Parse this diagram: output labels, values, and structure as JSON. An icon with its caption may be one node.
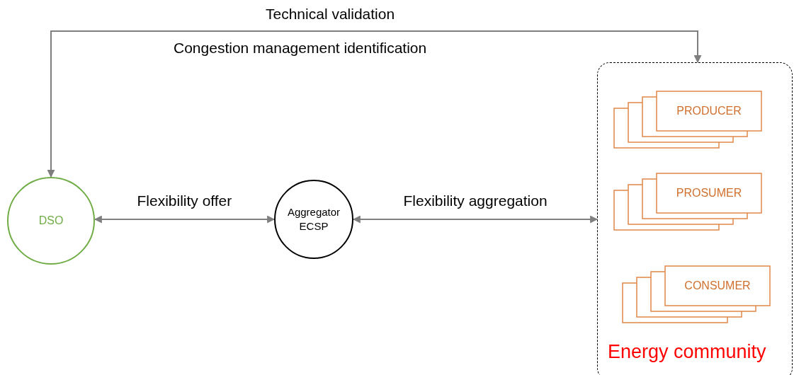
{
  "diagram": {
    "nodes": [
      {
        "text": [
          "DSO"
        ]
      },
      {
        "text": [
          "Aggregator ECSP"
        ]
      },
      {
        "text": [
          "Energy community"
        ]
      },
      {
        "text": [
          "PRODUCER"
        ],
        "in": 2
      },
      {
        "text": [
          "PROSUMER"
        ],
        "in": 2
      },
      {
        "text": [
          "CONSUMER"
        ],
        "in": 2
      }
    ],
    "edges": [
      {
        "from": 0,
        "to": 2,
        "arrow": "both",
        "label": "Technical validation"
      },
      {
        "from": 0,
        "to": 1,
        "arrow": "both",
        "label": "Flexibility offer"
      },
      {
        "from": 1,
        "to": 2,
        "arrow": "both",
        "label": "Flexibility aggregation"
      }
    ],
    "labels": [
      "Congestion management identification"
    ]
  }
}
